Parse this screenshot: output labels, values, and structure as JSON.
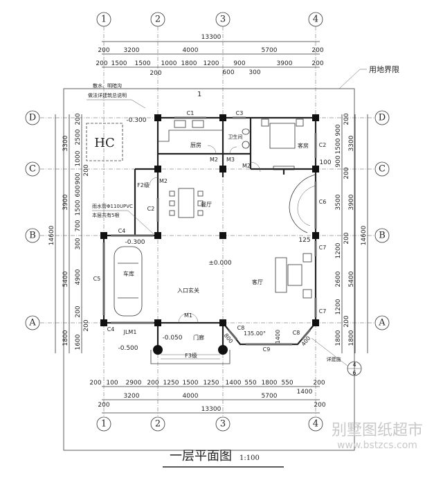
{
  "axes": {
    "columns": [
      "1",
      "2",
      "3",
      "4"
    ],
    "rows": [
      "D",
      "C",
      "B",
      "A"
    ],
    "detail_ref": {
      "top": "4",
      "bottom": "6"
    }
  },
  "dims_top": {
    "total": "13300",
    "row2": [
      "200",
      "3200",
      "4000",
      "5700",
      "200"
    ],
    "row3": [
      "200",
      "1500",
      "1500",
      "200",
      "1000",
      "1800",
      "1200",
      "600",
      "900",
      "300",
      "3900",
      "200"
    ]
  },
  "dims_bottom": {
    "total": "13300",
    "row2": [
      "200",
      "3200",
      "4000",
      "5700",
      "200"
    ],
    "row1": [
      "200",
      "100",
      "2900",
      "200",
      "1250",
      "1500",
      "1250",
      "1400",
      "550",
      "1800",
      "550",
      "1400",
      "200"
    ]
  },
  "dims_left": {
    "total": "14600",
    "outer": [
      "3300",
      "3900",
      "5400",
      "1800"
    ],
    "inner": [
      "200",
      "2500",
      "1000",
      "200",
      "900",
      "600",
      "1500",
      "700",
      "300",
      "4900",
      "200",
      "200",
      "1600"
    ]
  },
  "dims_right": {
    "total": "14600",
    "outer": [
      "3300",
      "3900",
      "5400",
      "1800"
    ],
    "inner": [
      "200",
      "900",
      "1500",
      "900",
      "200",
      "3500",
      "200",
      "1200",
      "2600",
      "1200",
      "200",
      "1800"
    ],
    "extra": "100",
    "stair": "125"
  },
  "rooms": {
    "kitchen": "厨房",
    "toilet": "卫生间",
    "guest_room": "客房",
    "dining": "餐厅",
    "living": "客厅",
    "entrance": "入口玄关",
    "garage": "车库",
    "porch": "门廊",
    "hc": "HC"
  },
  "windows": {
    "c1": "C1",
    "c2a": "C2",
    "c2b": "C2",
    "c3": "C3",
    "c4a": "C4",
    "c4b": "C4",
    "c5": "C5",
    "c6": "C6",
    "c7a": "C7",
    "c7b": "C7",
    "c8a": "C8",
    "c8b": "C8",
    "c9": "C9",
    "jlm1": "JLM1"
  },
  "doors": {
    "m1": "M1",
    "m2a": "M2",
    "m2b": "M2",
    "m2c": "M2",
    "m3": "M3"
  },
  "levels": {
    "hc": "-0.300",
    "garage": "-0.300",
    "main": "±0.000",
    "porch": "-0.050",
    "outside": "-0.500"
  },
  "steps": {
    "two": "F2级",
    "three": "F3级"
  },
  "bay": {
    "angle": "135.00°",
    "dim": "1400",
    "seg": "400",
    "seg2": "800"
  },
  "notes": {
    "apron": [
      "散水、明暗沟",
      "做法详建筑总说明"
    ],
    "pipe": [
      "雨水管Φ110UPVC",
      "本层共有5根"
    ],
    "boundary": "用地界限",
    "detail": "详建施",
    "section": "1"
  },
  "title": {
    "text": "一层平面图",
    "scale": "1:100"
  },
  "watermark": {
    "line1": "别墅图纸超市",
    "line2": "www.bstzcs.com"
  }
}
